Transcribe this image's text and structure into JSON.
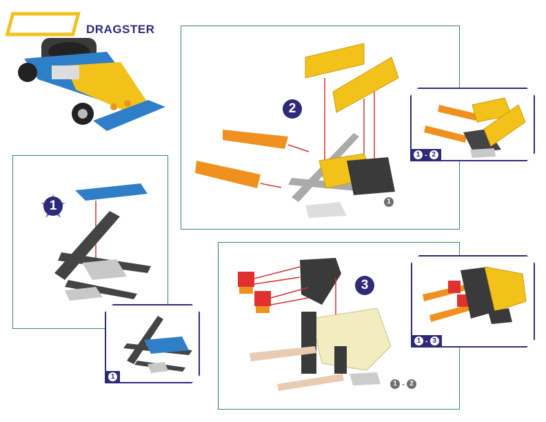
{
  "title": "DRAGSTER",
  "steps": [
    {
      "number": "1",
      "sub_label": [
        "1"
      ]
    },
    {
      "number": "2",
      "previous_ref": [
        "1"
      ],
      "sub_label": [
        "1",
        "-",
        "2"
      ]
    },
    {
      "number": "3",
      "previous_ref": [
        "1",
        "-",
        "2"
      ],
      "sub_label": [
        "1",
        "-",
        "3"
      ]
    }
  ],
  "colors": {
    "navy": "#2e2a7a",
    "frame_green": "#2e8a5a",
    "yellow_brick": "#f2c21b",
    "orange_part": "#f0901e",
    "blue_brick": "#2f7fc8",
    "dark_gray": "#4a4a4a",
    "light_gray": "#c8c8c8",
    "cream_brick": "#f2ecc0",
    "tan_part": "#e8cbb0",
    "red_part": "#e03030",
    "arrow_red": "#d03030"
  }
}
